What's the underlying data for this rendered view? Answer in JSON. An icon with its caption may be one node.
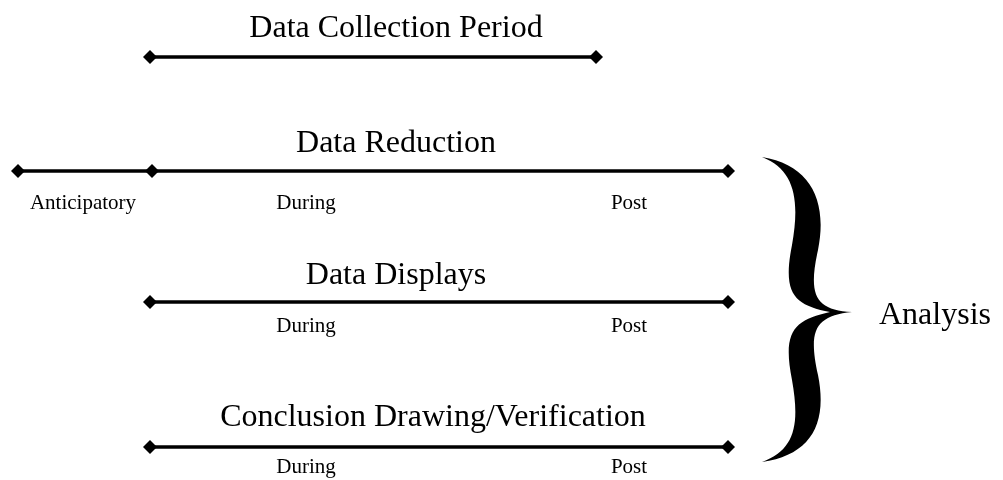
{
  "diagram": {
    "labels": [
      "Data Collection Period",
      "Data Reduction",
      "Anticipatory",
      "During",
      "Post",
      "Data Displays",
      "During",
      "Post",
      "Conclusion Drawing/Verification",
      "During",
      "Post",
      "Analysis"
    ]
  }
}
